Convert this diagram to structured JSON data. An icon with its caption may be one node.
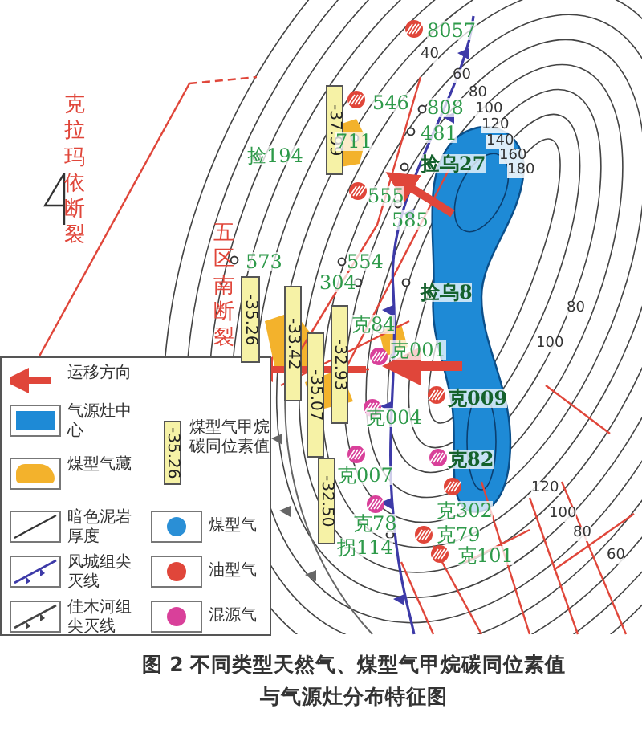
{
  "diagram": {
    "caption": "图 2 不同类型天然气、煤型气甲烷碳同位素值与气源灶分布特征图",
    "nodes": [
      {
        "text": [
          "-37.99"
        ]
      },
      {
        "text": [
          "-35.26"
        ]
      },
      {
        "text": [
          "-33.42"
        ]
      },
      {
        "text": [
          "-32.93"
        ]
      },
      {
        "text": [
          "-35.07"
        ]
      },
      {
        "text": [
          "-32.50"
        ]
      }
    ],
    "labels": [
      "8057",
      "克拉玛依断裂",
      "546",
      "808",
      "40",
      "60",
      "80",
      "100",
      "120",
      "711",
      "捡194",
      "481",
      "140",
      "160",
      "捡乌27",
      "180",
      "555",
      "585",
      "573",
      "554",
      "304",
      "捡乌8",
      "80",
      "100",
      "克84",
      "五区南断裂",
      "克001",
      "克004",
      "克009",
      "克82",
      "克007",
      "120",
      "克302",
      "100",
      "克78",
      "80",
      "克79",
      "拐114",
      "克101",
      "60",
      "-35.26"
    ],
    "legend": [
      {
        "text": "运移方向"
      },
      {
        "text": "气源灶中心",
        "color": "#1e8ad6"
      },
      {
        "text": "煤型气藏",
        "color": "#f3b22c"
      },
      {
        "text": "暗色泥岩厚度"
      },
      {
        "text": "风城组尖灭线"
      },
      {
        "text": "佳木河组尖灭线"
      },
      {
        "text": "煤型气甲烷碳同位素值"
      },
      {
        "text": "煤型气"
      },
      {
        "text": "油型气"
      },
      {
        "text": "混源气"
      }
    ]
  }
}
